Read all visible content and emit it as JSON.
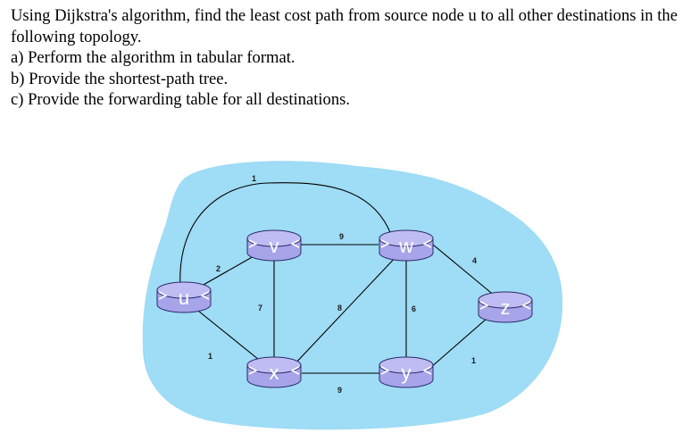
{
  "question": {
    "intro": "Using Dijkstra's algorithm, find the least cost path from source node u to all other destinations in the following topology.",
    "part_a": "a) Perform the algorithm in tabular format.",
    "part_b": "b) Provide the shortest-path tree.",
    "part_c": "c) Provide the forwarding table for all destinations."
  },
  "topology": {
    "nodes": {
      "u": "u",
      "v": "v",
      "w": "w",
      "x": "x",
      "y": "y",
      "z": "z"
    },
    "edges": {
      "u_w": "1",
      "u_v": "2",
      "u_x": "1",
      "v_w": "9",
      "v_x": "7",
      "x_w": "8",
      "w_y": "6",
      "w_z": "4",
      "x_y": "9",
      "y_z": "1"
    },
    "colors": {
      "cloud": "#9fdcf5",
      "router": "#a7a4ea",
      "router_edge": "#2b2b6b",
      "link": "#000000"
    }
  }
}
